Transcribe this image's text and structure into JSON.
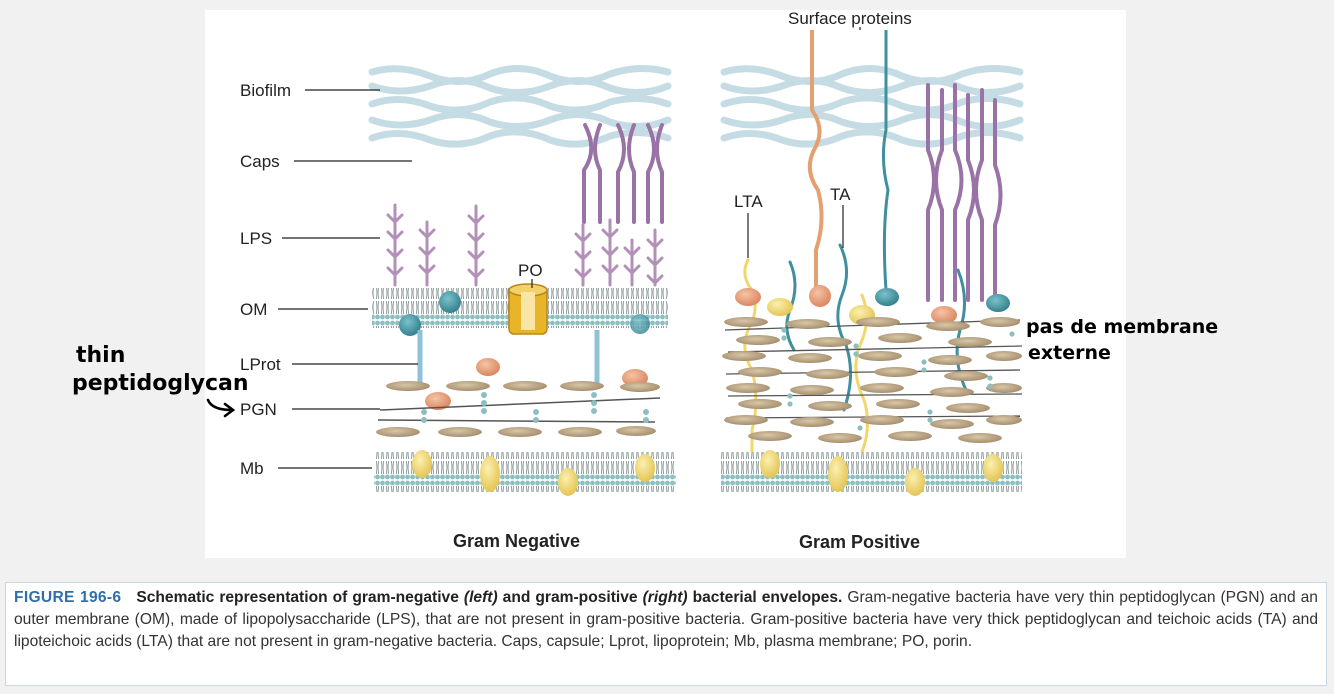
{
  "diagram": {
    "labels": {
      "biofilm": "Biofilm",
      "caps": "Caps",
      "lps": "LPS",
      "om": "OM",
      "lprot": "LProt",
      "pgn": "PGN",
      "mb": "Mb",
      "po": "PO",
      "lta": "LTA",
      "ta": "TA",
      "surface_proteins": "Surface proteins"
    },
    "panel_titles": {
      "left": "Gram Negative",
      "right": "Gram Positive"
    },
    "handwritten": {
      "left_line1": "thin",
      "left_line2": "peptidoglycan",
      "right_line1": "pas de membrane",
      "right_line2": "externe"
    },
    "colors": {
      "biofilm": "#c6dce5",
      "lps": "#a07aa8",
      "membrane_head": "#8cbfc0",
      "pgn_disc": "#b8a283",
      "porin": "#e8b42a",
      "protein_yellow": "#f1d76a",
      "protein_orange": "#e49670",
      "protein_teal": "#3f8f9c",
      "caption_accent": "#2f6fae"
    }
  },
  "caption": {
    "figure_number": "FIGURE 196-6",
    "title_part1": "Schematic representation of gram-negative ",
    "title_left": "(left)",
    "title_part2": " and gram-positive ",
    "title_right": "(right)",
    "title_part3": " bacterial envelopes.",
    "body": "Gram-negative bacteria have very thin peptidoglycan (PGN) and an outer membrane (OM), made of lipopolysaccharide (LPS), that are not present in gram-positive bacteria. Gram-positive bacteria have very thick peptidoglycan and teichoic acids (TA) and lipoteichoic acids (LTA) that are not present in gram-negative bacteria. Caps, capsule; Lprot, lipoprotein; Mb, plasma membrane; PO, porin."
  }
}
